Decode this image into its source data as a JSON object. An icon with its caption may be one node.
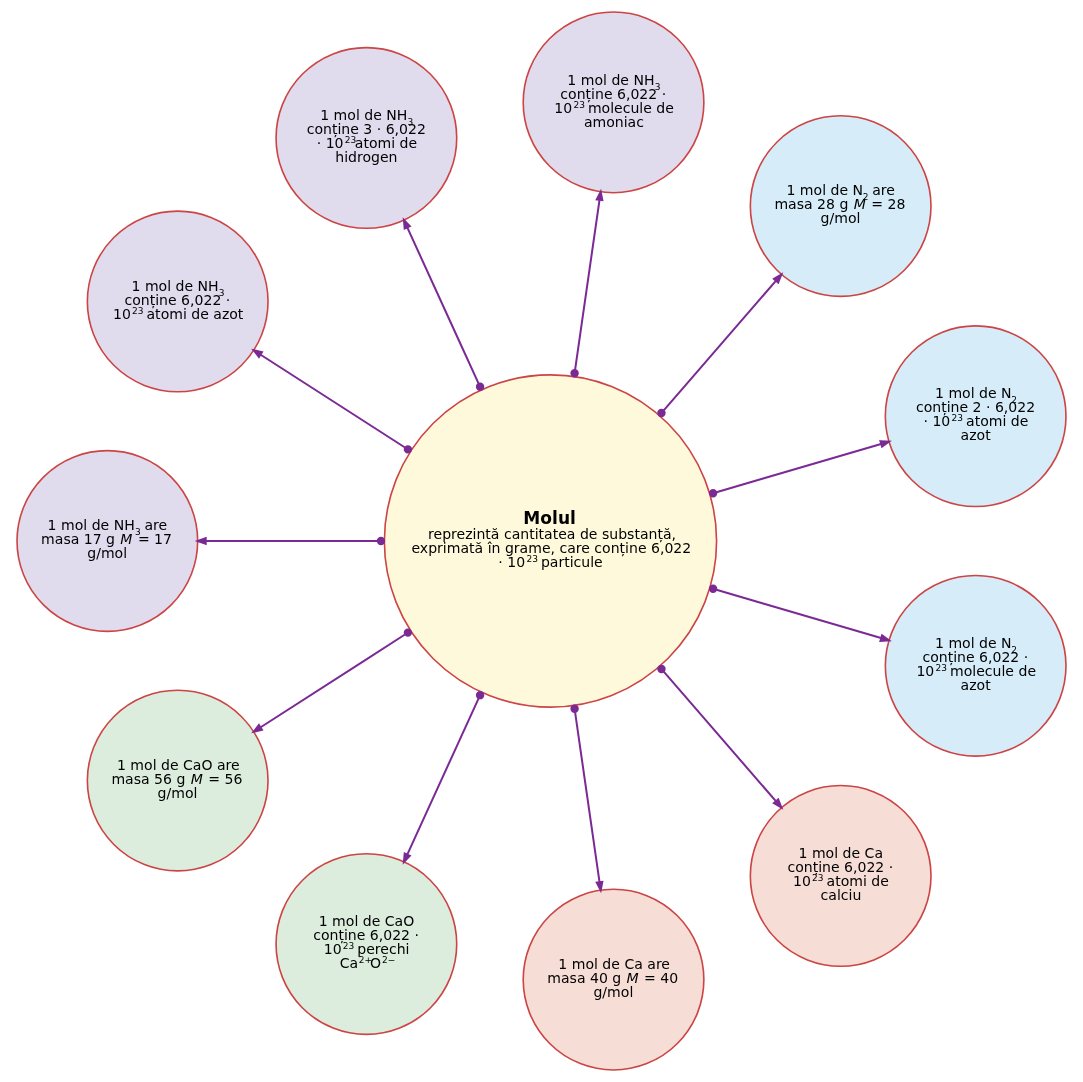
{
  "diagram": {
    "nodes": [
      {
        "text": [
          "Molul",
          "reprezintă cantitatea de substanță, exprimată în grame, care conține 6,022 · 10$^{23}$ particule"
        ]
      },
      {
        "text": [
          "1 mol de N$_{2}$ conține 2 · 6,022 · 10$^{23}$ atomi de azot"
        ]
      },
      {
        "text": [
          "1 mol de N$_{2}$ are masa 28 g *M* = 28 g/mol"
        ]
      },
      {
        "text": [
          "1 mol de NH$_{3}$ conține 6,022 · 10$^{23}$ molecule de amoniac"
        ]
      },
      {
        "text": [
          "1 mol de NH$_{3}$ conține 3 · 6,022 · 10$^{23}$atomi de hidrogen"
        ]
      },
      {
        "text": [
          "1 mol de NH$_{3}$ conține 6,022 · 10$^{23}$ atomi de azot"
        ]
      },
      {
        "text": [
          "1 mol de NH$_{3}$ are masa 17 g *M* = 17 g/mol"
        ]
      },
      {
        "text": [
          "1 mol de CaO are masa 56 g *M* = 56 g/mol"
        ]
      },
      {
        "text": [
          "1 mol de CaO conține 6,022 · 10$^{23}$ perechi Ca$^{2+}$O$^{2−}$"
        ]
      },
      {
        "text": [
          "1 mol de Ca are masa 40 g *M* = 40 g/mol"
        ]
      },
      {
        "text": [
          "1 mol de Ca conține 6,022 · 10$^{23}$ atomi de calciu"
        ]
      },
      {
        "text": [
          "1 mol de N$_{2}$ conține 6,022 · 10$^{23}$ molecule de azot"
        ]
      }
    ],
    "edges": [
      {
        "from": 0,
        "to": 1,
        "arrow": "to"
      },
      {
        "from": 0,
        "to": 2,
        "arrow": "to"
      },
      {
        "from": 0,
        "to": 3,
        "arrow": "to"
      },
      {
        "from": 0,
        "to": 4,
        "arrow": "to"
      },
      {
        "from": 0,
        "to": 5,
        "arrow": "to"
      },
      {
        "from": 0,
        "to": 6,
        "arrow": "to"
      },
      {
        "from": 0,
        "to": 7,
        "arrow": "to"
      },
      {
        "from": 0,
        "to": 8,
        "arrow": "to"
      },
      {
        "from": 0,
        "to": 9,
        "arrow": "to"
      },
      {
        "from": 0,
        "to": 10,
        "arrow": "to"
      },
      {
        "from": 0,
        "to": 11,
        "arrow": "to"
      }
    ]
  }
}
